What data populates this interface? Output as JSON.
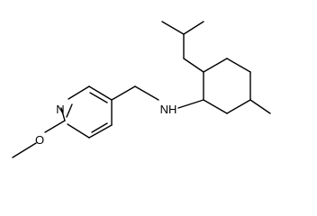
{
  "molecule": {
    "atom_labels": {
      "pyridine_nitrogen": "N",
      "amine": "NH",
      "ether_oxygen": "O"
    },
    "colors": {
      "bond": "#000000",
      "text": "#000000",
      "background": "#ffffff"
    }
  }
}
